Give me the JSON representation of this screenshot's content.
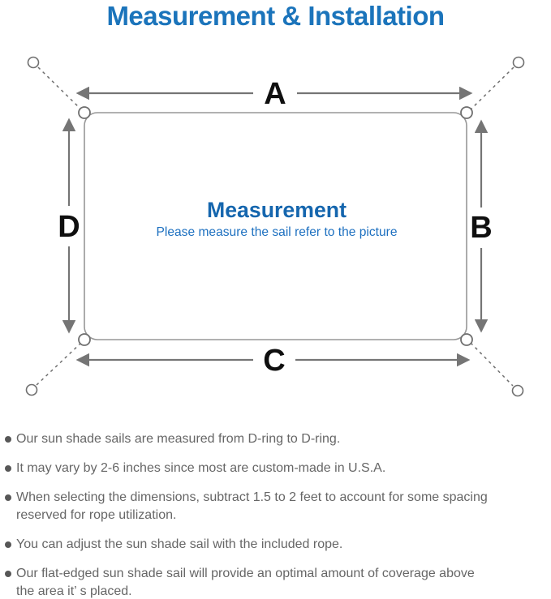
{
  "title": "Measurement & Installation",
  "diagram": {
    "dimension_labels": {
      "top": "A",
      "right": "B",
      "bottom": "C",
      "left": "D"
    },
    "heading": "Measurement",
    "subtitle": "Please measure the sail refer to the picture"
  },
  "notes": [
    "Our sun shade sails are measured from D-ring to D-ring.",
    "It may vary by 2-6 inches since most are custom-made in U.S.A.",
    "When selecting the dimensions, subtract 1.5 to 2 feet to account for some spacing\nreserved for rope utilization.",
    "You can adjust the sun shade sail with the included rope.",
    "Our flat-edged sun shade sail will provide an optimal amount of coverage above\nthe area it’ s placed."
  ],
  "colors": {
    "title_blue": "#1b74bb",
    "heading_blue": "#1566ae",
    "subtitle_blue": "#1d70c0",
    "diagram_gray": "#757575",
    "sail_border_gray": "#979797",
    "note_text_gray": "#666666",
    "dimension_label_black": "#0f0f0f"
  }
}
